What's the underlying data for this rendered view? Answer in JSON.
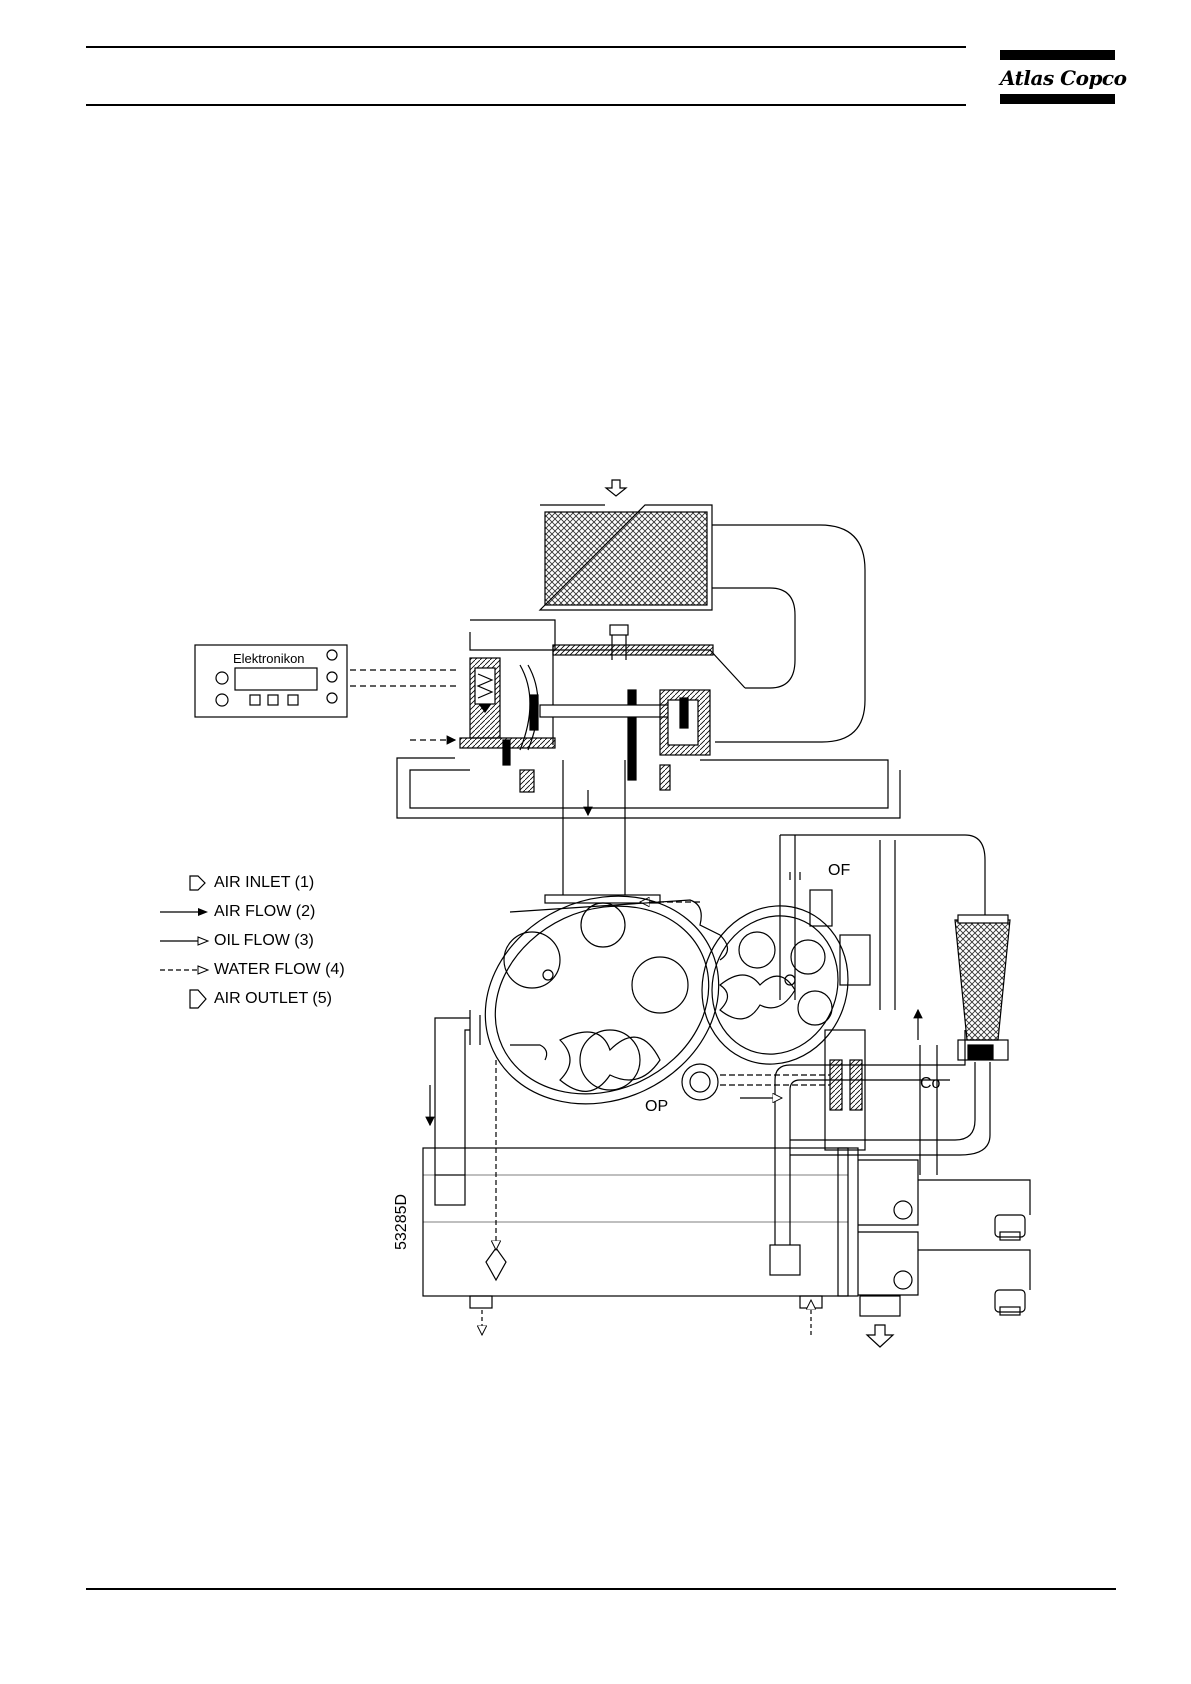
{
  "header": {
    "logo_text": "Atlas Copco"
  },
  "diagram": {
    "controller_label": "Elektronikon",
    "component_labels": {
      "oil_filter": "OF",
      "oil_pump": "OP",
      "cooler": "Co"
    },
    "figure_number": "53285D"
  },
  "legend": [
    {
      "label": "AIR INLET (1)",
      "icon": "hollow-block-arrow-icon"
    },
    {
      "label": "AIR FLOW (2)",
      "icon": "solid-arrow-icon"
    },
    {
      "label": "OIL FLOW (3)",
      "icon": "open-arrow-icon"
    },
    {
      "label": "WATER FLOW (4)",
      "icon": "dashed-arrow-icon"
    },
    {
      "label": "AIR OUTLET (5)",
      "icon": "hollow-block-arrow-icon"
    }
  ]
}
